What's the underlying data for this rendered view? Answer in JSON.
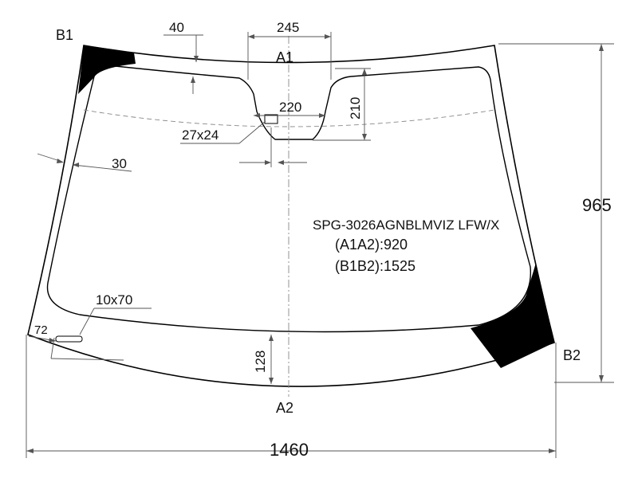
{
  "labels": {
    "b1": "B1",
    "b2": "B2",
    "a1": "A1",
    "a2": "A2"
  },
  "dimensions": {
    "top_margin": "40",
    "bracket_width": "245",
    "sensor_width": "220",
    "bracket_height": "210",
    "sensor_size": "27x24",
    "side_margin": "30",
    "total_height": "965",
    "bottom_margin": "128",
    "vin_window": "10x70",
    "corner": "72",
    "total_width": "1460"
  },
  "part": {
    "code": "SPG-3026AGNBLMVIZ LFW/X",
    "a1a2": "(A1A2):920",
    "b1b2": "(B1B2):1525"
  }
}
